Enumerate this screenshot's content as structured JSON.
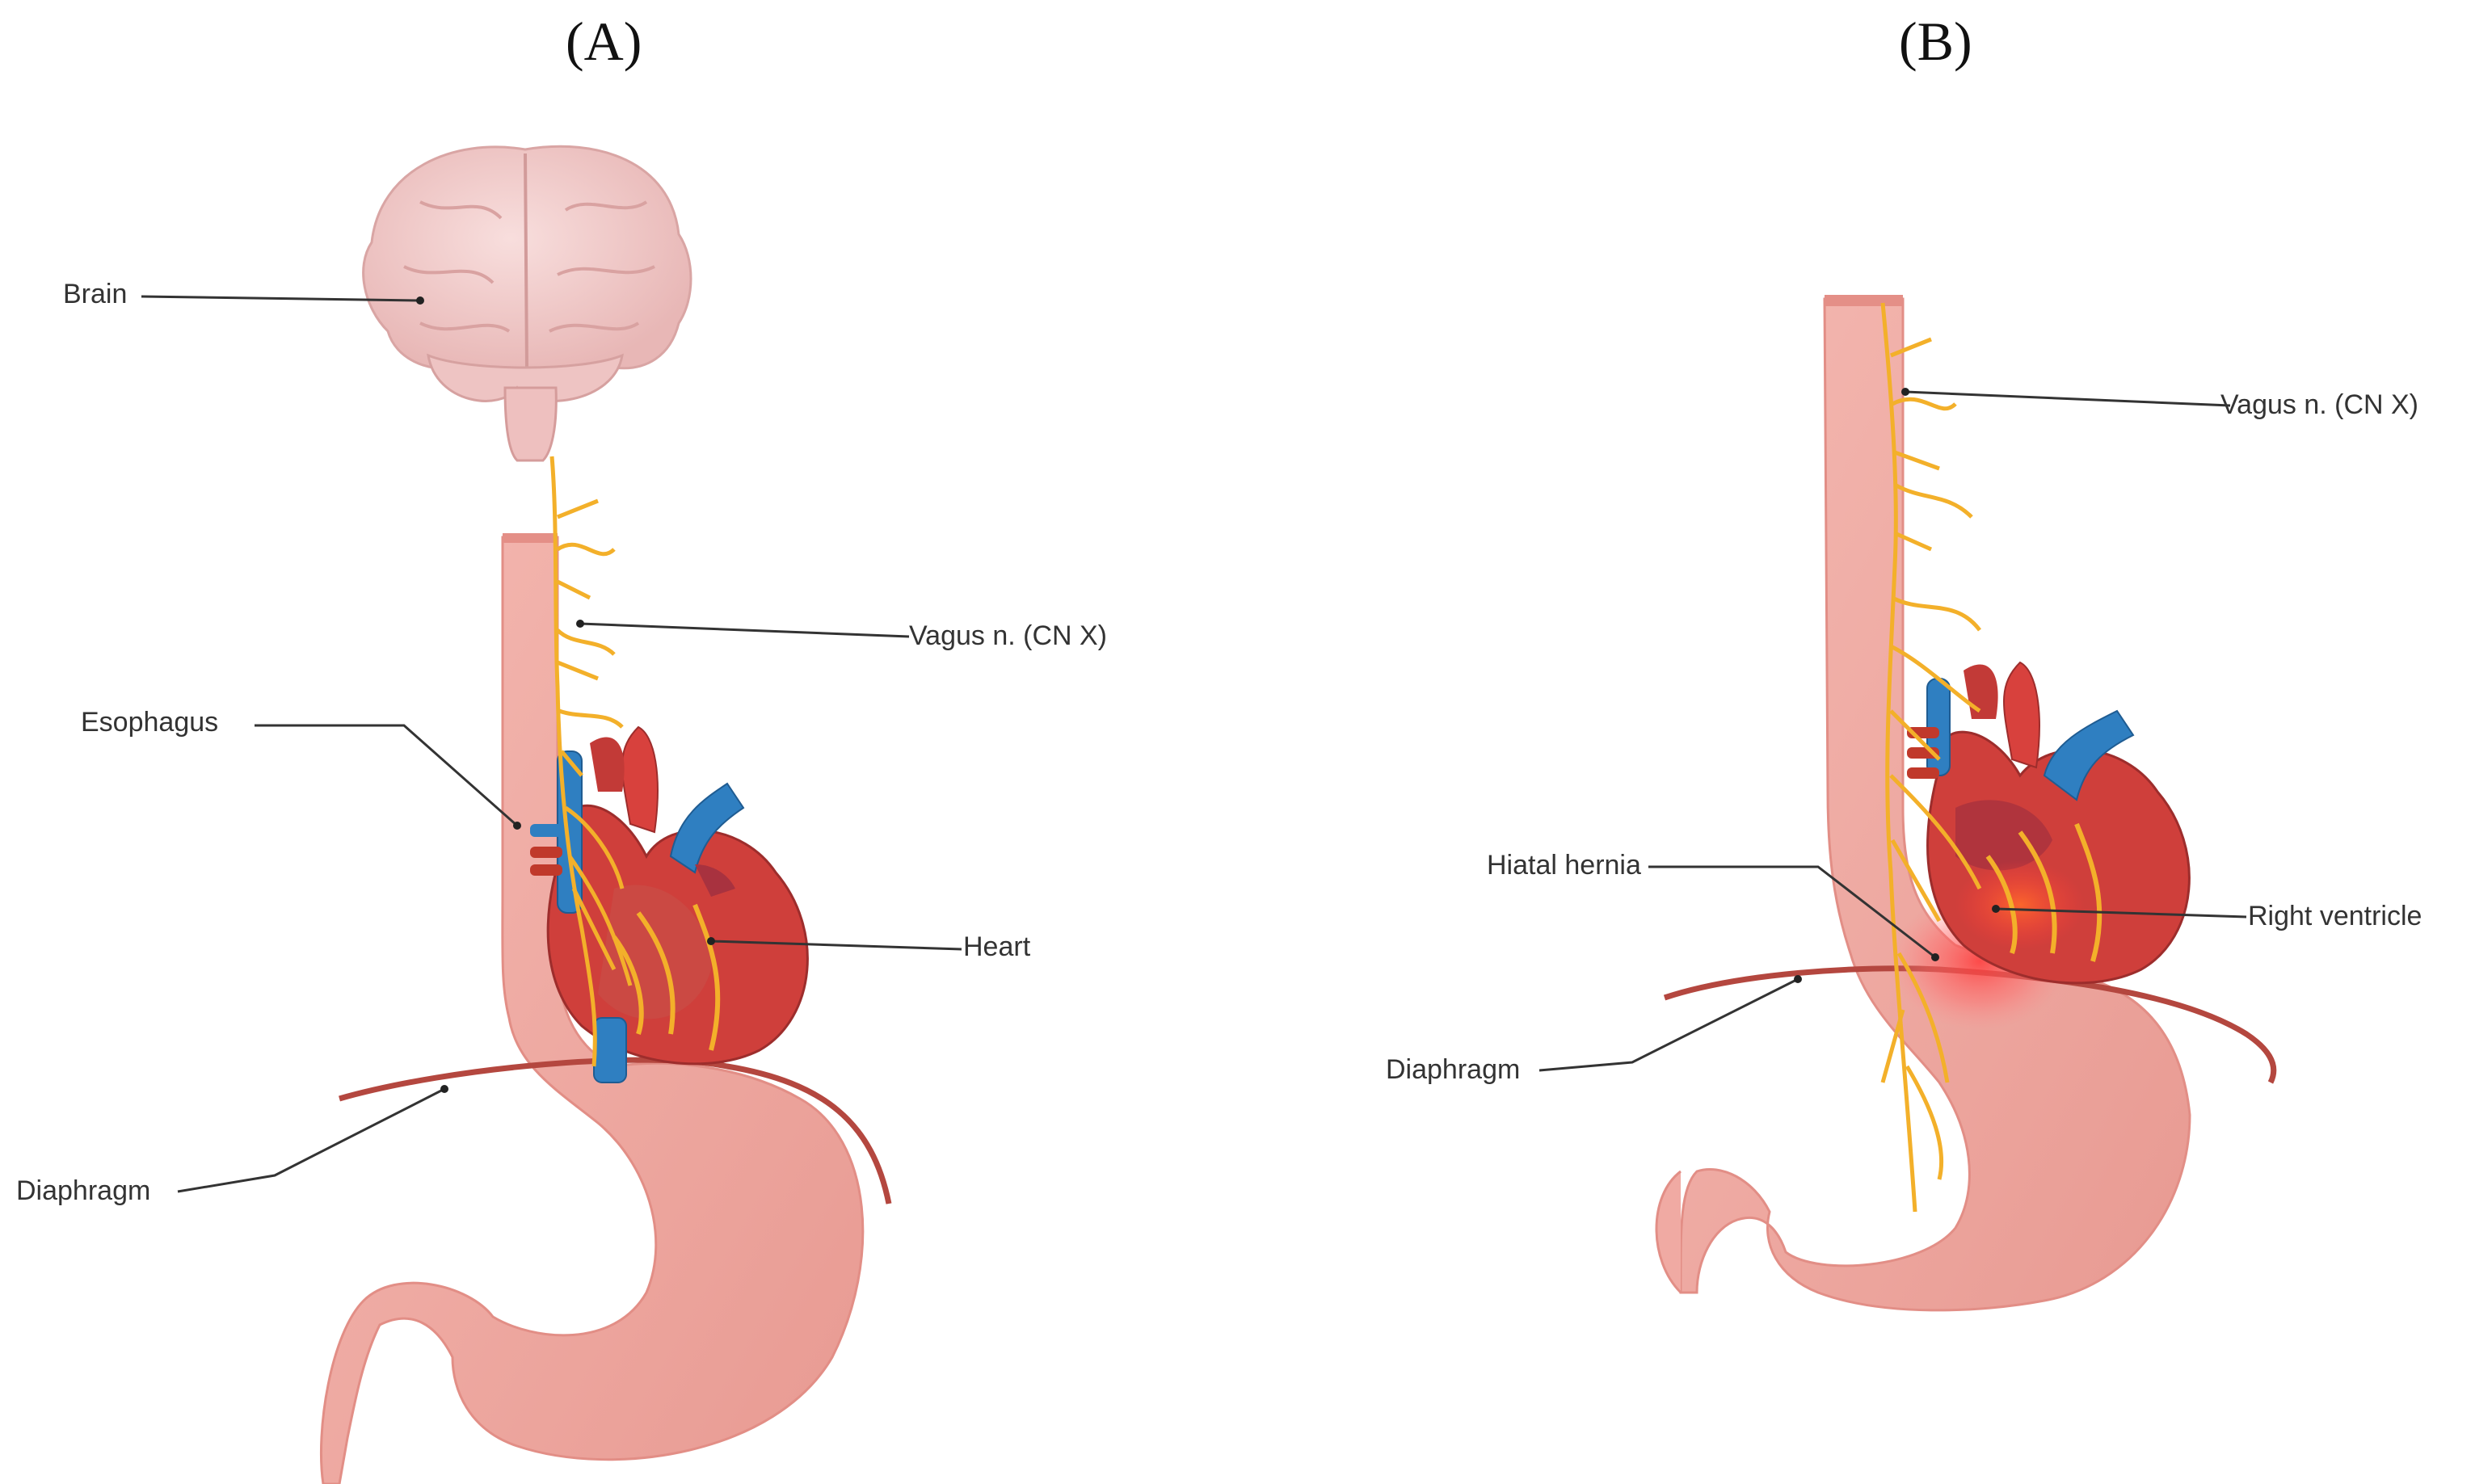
{
  "panels": {
    "a": {
      "title": "(A)",
      "labels": {
        "brain": "Brain",
        "vagus": "Vagus n. (CN X)",
        "esophagus": "Esophagus",
        "heart": "Heart",
        "diaphragm": "Diaphragm"
      }
    },
    "b": {
      "title": "(B)",
      "labels": {
        "vagus": "Vagus n. (CN X)",
        "hiatal_hernia": "Hiatal hernia",
        "right_ventricle": "Right ventricle",
        "diaphragm": "Diaphragm"
      }
    }
  },
  "colors": {
    "esophagus": "#efa39b",
    "stomach": "#f0aaa3",
    "nerve": "#f3b02a",
    "heart_red": "#d8413d",
    "heart_dark": "#a8323f",
    "vessel_blue": "#2f7fc1",
    "brain": "#f2d0cf",
    "diaphragm": "#b4473f",
    "hernia_glow": "#ff4c4c",
    "leader_line": "#333333"
  }
}
